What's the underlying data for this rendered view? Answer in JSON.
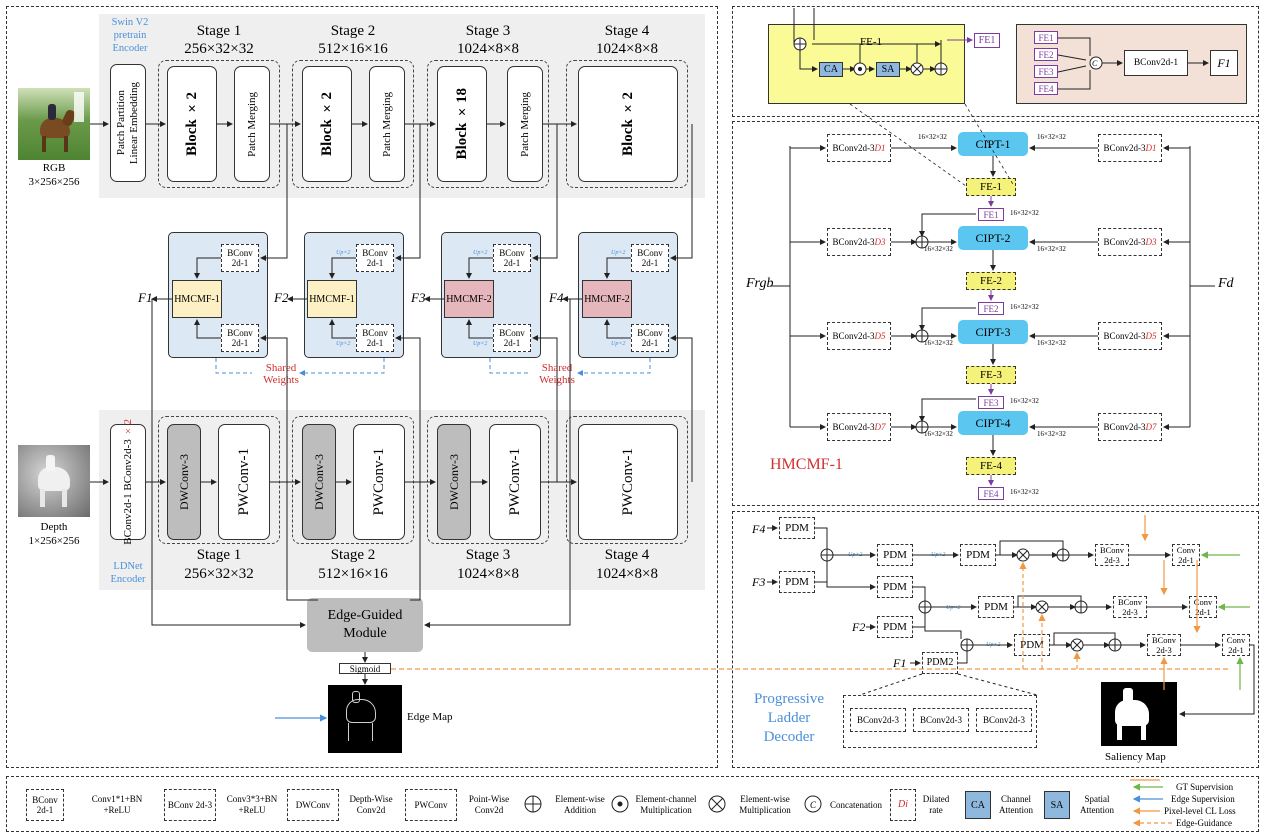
{
  "encoder": {
    "swin_label": "Swin V2 pretrain Encoder",
    "ldnet_label": "LDNet Encoder",
    "patch_partition": "Patch Partition",
    "linear_embedding": "Linear Embedding",
    "rgb_label": "RGB",
    "rgb_dim": "3×256×256",
    "depth_label": "Depth",
    "depth_dim": "1×256×256",
    "stage1": "Stage 1",
    "stage2": "Stage 2",
    "stage3": "Stage 3",
    "stage4": "Stage 4",
    "dim1": "256×32×32",
    "dim2": "512×16×16",
    "dim3": "1024×8×8",
    "dim4": "1024×8×8",
    "block1": "Block ×2",
    "block2": "Block ×2",
    "block3": "Block ×18",
    "block4": "Block ×2",
    "patch_merging": "Patch Merging",
    "bconv_stack": "BConv2d-1 BConv2d-3",
    "times2": "×2",
    "dwconv": "DWConv-3",
    "pwconv": "PWConv-1"
  },
  "fusion": {
    "f1": "F1",
    "f2": "F2",
    "f3": "F3",
    "f4": "F4",
    "hmcmf1": "HMCMF-1",
    "hmcmf2": "HMCMF-2",
    "bconv": "BConv 2d-1",
    "upx2": "Up×2",
    "shared_weights": "Shared Weights",
    "edge_module": "Edge-Guided Module",
    "sigmoid": "Sigmoid",
    "edge_map": "Edge Map"
  },
  "fe_detail": {
    "title": "FE-1",
    "ca": "CA",
    "sa": "SA",
    "out": "FE1",
    "fe_list": [
      "FE1",
      "FE2",
      "FE3",
      "FE4"
    ],
    "c": "C",
    "bconv": "BConv2d-1",
    "f1": "F1"
  },
  "hmcmf_detail": {
    "title": "HMCMF-1",
    "frgb": "Frgb",
    "fd": "Fd",
    "bconv": "BConv2d-3",
    "dilations": [
      "D1",
      "D3",
      "D5",
      "D7"
    ],
    "cipt": [
      "CIPT-1",
      "CIPT-2",
      "CIPT-3",
      "CIPT-4"
    ],
    "fe": [
      "FE-1",
      "FE-2",
      "FE-3",
      "FE-4"
    ],
    "fe_out": [
      "FE1",
      "FE2",
      "FE3",
      "FE4"
    ],
    "dim": "16×32×32"
  },
  "decoder": {
    "title": "Progressive Ladder Decoder",
    "pdm": "PDM",
    "pdm2": "PDM2",
    "f4": "F4",
    "f3": "F3",
    "f2": "F2",
    "f1": "F1",
    "upx2": "Up×2",
    "bconv3": "BConv 2d-3",
    "conv1": "Conv 2d-1",
    "bconv_seq": "BConv2d-3",
    "saliency": "Saliency Map"
  },
  "legend": {
    "bconv1": "BConv 2d-1",
    "bconv1_desc": "Conv1*1+BN +ReLU",
    "bconv3": "BConv 2d-3",
    "bconv3_desc": "Conv3*3+BN +ReLU",
    "dwconv": "DWConv",
    "dwconv_desc": "Depth-Wise Conv2d",
    "pwconv": "PWConv",
    "pwconv_desc": "Point-Wise Conv2d",
    "add": "Element-wise Addition",
    "cmul": "Element-channel Multiplication",
    "emul": "Element-wise Multiplication",
    "concat": "Concatenation",
    "di": "Di",
    "di_desc": "Dilated rate",
    "ca": "CA",
    "ca_desc": "Channel Attention",
    "sa": "SA",
    "sa_desc": "Spatial Attention",
    "gt": "GT Supervision",
    "edge": "Edge Supervision",
    "cl": "Pixel-level CL Loss",
    "eg": "Edge-Guidance"
  },
  "colors": {
    "encoder_bg": "#efefef",
    "fusion_bg": "#dde8f5",
    "hmcmf1": "#fdf0c4",
    "hmcmf2": "#e6b6bd",
    "cipt": "#5bc6f0",
    "fe": "#f5f27a",
    "fe_detail_bg": "#fafa96",
    "concat_bg": "#f3e1d8",
    "fe_purple": "#7c3c9c",
    "accent_blue": "#4a90d9",
    "accent_red": "#d32f2f",
    "orange": "#f29845",
    "green": "#6fb64b"
  }
}
